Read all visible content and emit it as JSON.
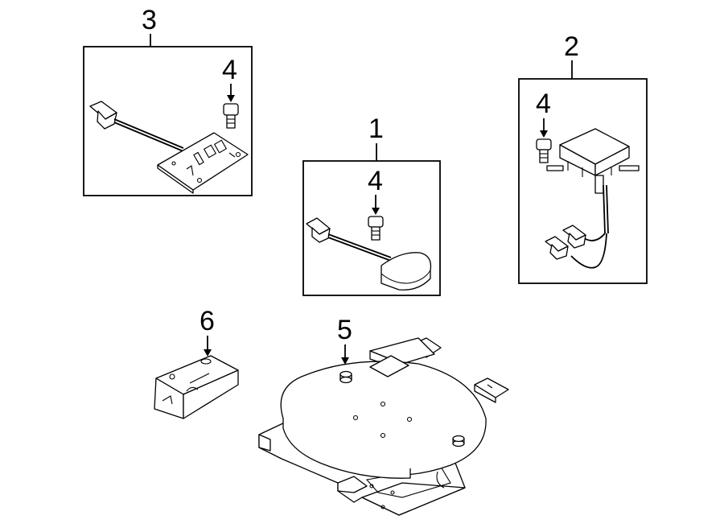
{
  "callouts": {
    "part1": "1",
    "part2": "2",
    "part3": "3",
    "part5": "5",
    "part6": "6",
    "bolt_in_box1": "4",
    "bolt_in_box2": "4",
    "bolt_in_box3": "4"
  }
}
